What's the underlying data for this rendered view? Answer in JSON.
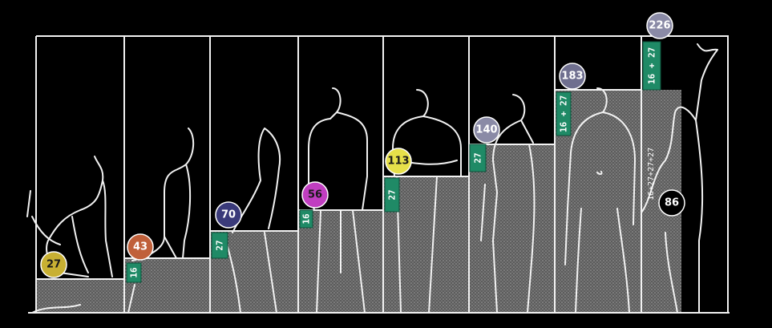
{
  "diagram": {
    "colors": {
      "background": "#000000",
      "line": "#f2f2f2",
      "fill": "#7a7a7a",
      "tag": "#1f8a66"
    },
    "heights": [
      {
        "value": "27",
        "color": "#c8b033",
        "text_color": "#1a1a1a"
      },
      {
        "value": "43",
        "color": "#c0603a",
        "text_color": "#ffffff"
      },
      {
        "value": "70",
        "color": "#3a3a7a",
        "text_color": "#ffffff"
      },
      {
        "value": "86",
        "color": "#000000",
        "text_color": "#ffffff"
      },
      {
        "value": "113",
        "color": "#e6e04a",
        "text_color": "#1a1a1a"
      },
      {
        "value": "140",
        "color": "#8a8aa6",
        "text_color": "#ffffff"
      },
      {
        "value": "183",
        "color": "#6f6f8f",
        "text_color": "#ffffff"
      },
      {
        "value": "226",
        "color": "#8a8aa6",
        "text_color": "#ffffff"
      },
      {
        "value": "56",
        "color": "#c03ec0",
        "text_color": "#1a1a1a"
      }
    ],
    "increments": [
      {
        "text": "16"
      },
      {
        "text": "27"
      },
      {
        "text": "16"
      },
      {
        "text": "27"
      },
      {
        "text": "27"
      },
      {
        "text": "16 + 27"
      },
      {
        "text": "16 + 27"
      }
    ],
    "annotation": "16+27+27+27"
  }
}
